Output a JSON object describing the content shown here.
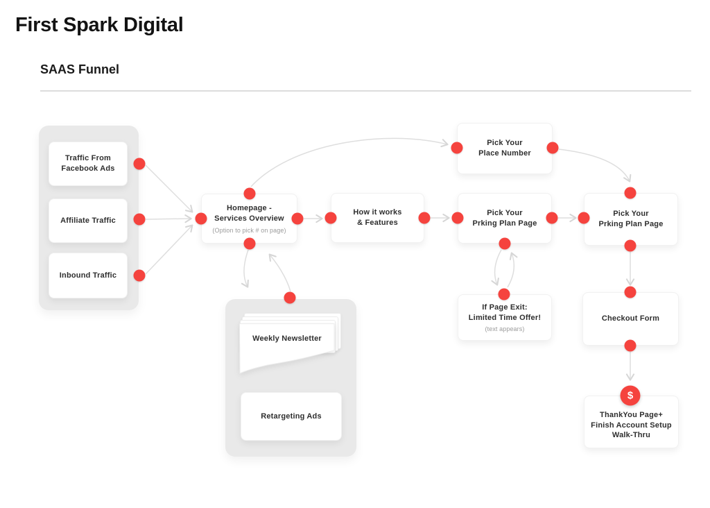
{
  "header": {
    "title": "First Spark Digital",
    "subtitle": "SAAS Funnel"
  },
  "colors": {
    "accent": "#f5433e",
    "arrow": "#dcdcdc",
    "group_bg": "#e9e9e9"
  },
  "nodes": {
    "traffic_fb": {
      "label": "Traffic From\nFacebook Ads"
    },
    "affiliate": {
      "label": "Affiliate Traffic"
    },
    "inbound": {
      "label": "Inbound Traffic"
    },
    "homepage": {
      "label": "Homepage -\nServices Overview",
      "sublabel": "(Option to pick # on page)"
    },
    "how_it_works": {
      "label": "How it works\n& Features"
    },
    "place_number": {
      "label": "Pick Your\nPlace Number"
    },
    "prking_mid": {
      "label": "Pick Your\nPrking Plan Page"
    },
    "prking_right": {
      "label": "Pick Your\nPrking Plan Page"
    },
    "page_exit": {
      "label": "If Page Exit:\nLimited Time Offer!",
      "sublabel": "(text appears)"
    },
    "checkout": {
      "label": "Checkout Form"
    },
    "thankyou": {
      "label": "ThankYou Page+\nFinish Account Setup\nWalk-Thru",
      "icon": "$"
    },
    "newsletter": {
      "label": "Weekly Newsletter"
    },
    "retargeting": {
      "label": "Retargeting Ads"
    }
  }
}
